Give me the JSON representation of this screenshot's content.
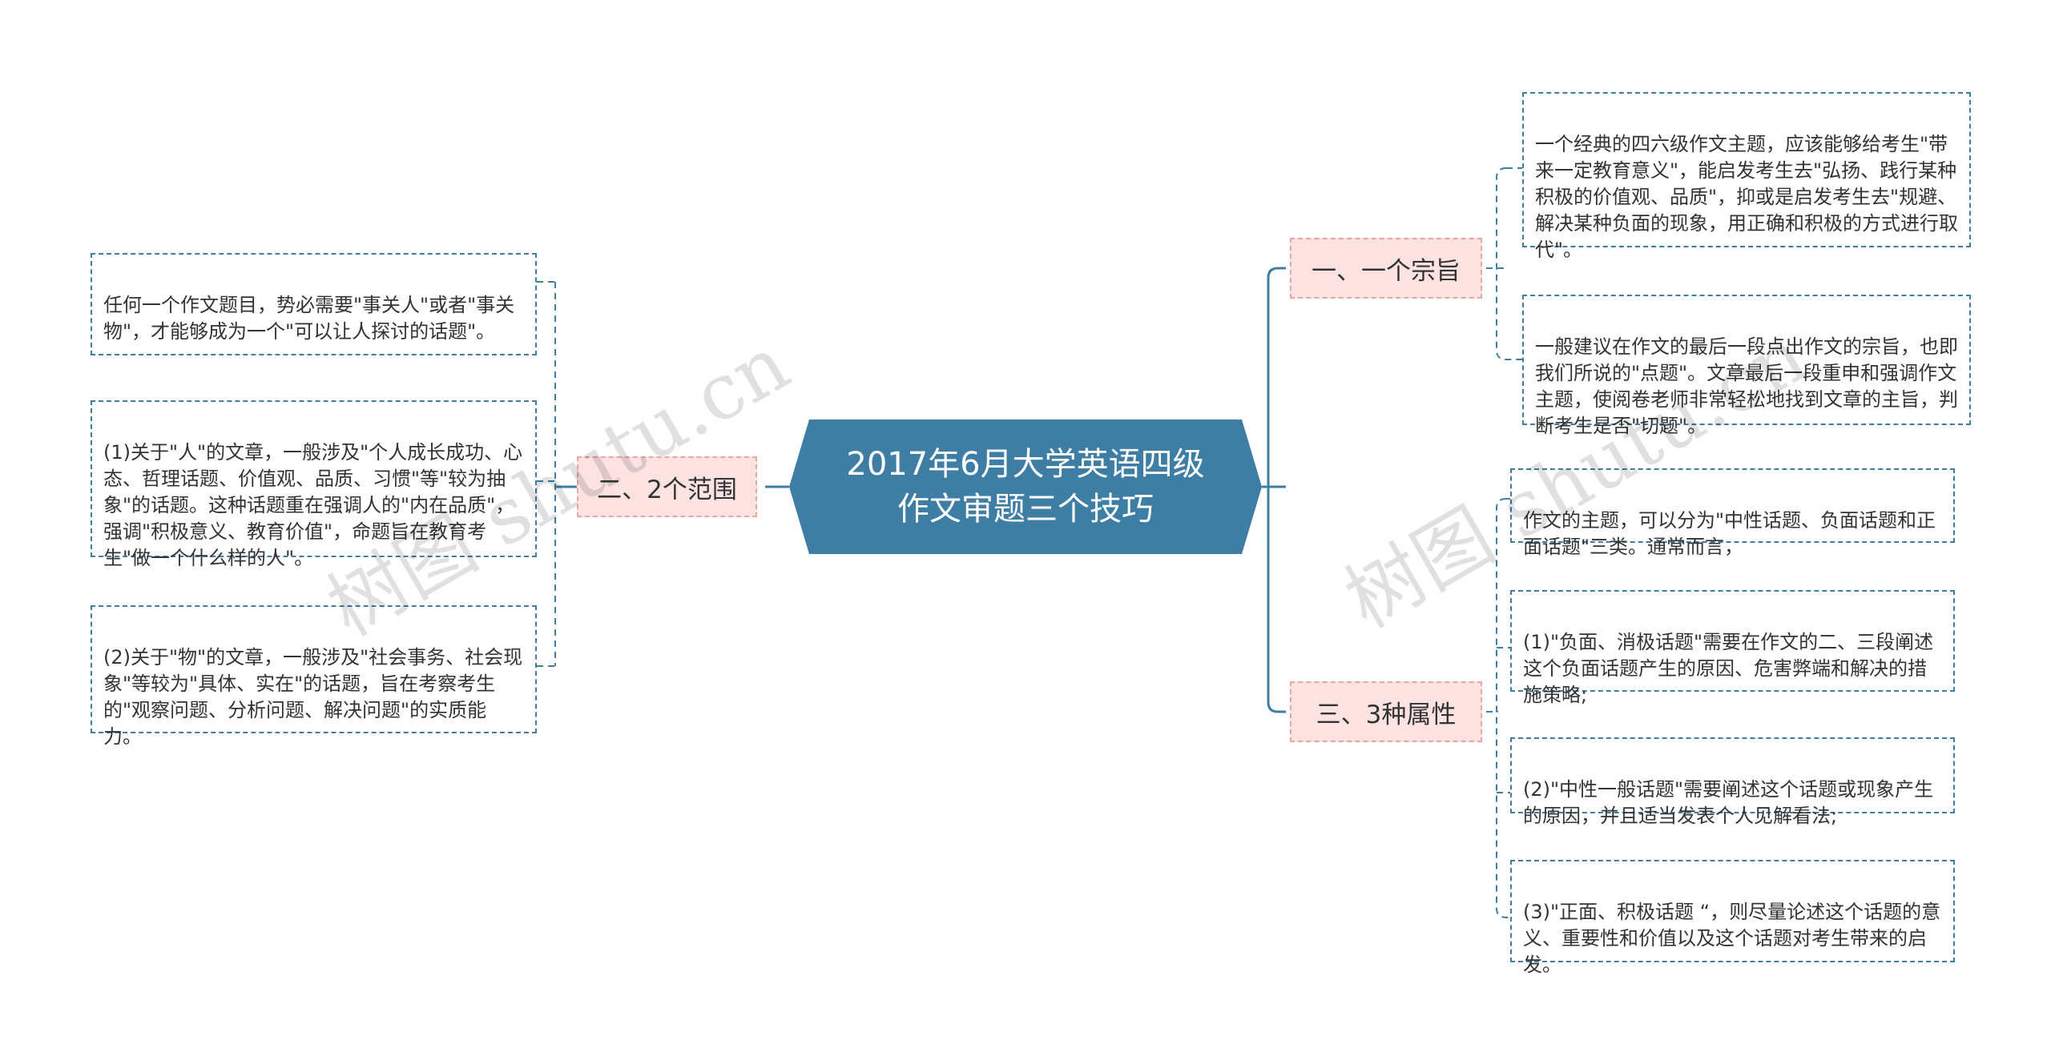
{
  "root": {
    "title": "2017年6月大学英语四级\n作文审题三个技巧"
  },
  "branches": {
    "one": {
      "label": "一、一个宗旨",
      "leaves": [
        "一个经典的四六级作文主题，应该能够给考生\"带来一定教育意义\"，能启发考生去\"弘扬、践行某种积极的价值观、品质\"，抑或是启发考生去\"规避、解决某种负面的现象，用正确和积极的方式进行取代\"。",
        "一般建议在作文的最后一段点出作文的宗旨，也即我们所说的\"点题\"。文章最后一段重申和强调作文主题，使阅卷老师非常轻松地找到文章的主旨，判断考生是否\"切题\"。"
      ]
    },
    "two": {
      "label": "二、2个范围",
      "leaves": [
        "任何一个作文题目，势必需要\"事关人\"或者\"事关物\"，才能够成为一个\"可以让人探讨的话题\"。",
        "(1)关于\"人\"的文章，一般涉及\"个人成长成功、心态、哲理话题、价值观、品质、习惯\"等\"较为抽象\"的话题。这种话题重在强调人的\"内在品质\"，强调\"积极意义、教育价值\"，命题旨在教育考生\"做一个什么样的人\"。",
        "(2)关于\"物\"的文章，一般涉及\"社会事务、社会现象\"等较为\"具体、实在\"的话题，旨在考察考生的\"观察问题、分析问题、解决问题\"的实质能力。"
      ]
    },
    "three": {
      "label": "三、3种属性",
      "leaves": [
        "作文的主题，可以分为\"中性话题、负面话题和正面话题\"三类。通常而言，",
        "(1)\"负面、消极话题\"需要在作文的二、三段阐述这个负面话题产生的原因、危害弊端和解决的措施策略;",
        "(2)\"中性一般话题\"需要阐述这个话题或现象产生的原因，并且适当发表个人见解看法;",
        "(3)\"正面、积极话题 “，则尽量论述这个话题的意义、重要性和价值以及这个话题对考生带来的启发。"
      ]
    }
  },
  "watermarks": [
    "树图 shutu.cn",
    "树图 shutu.cn"
  ],
  "colors": {
    "root_fill": "#3e7ea5",
    "branch_fill": "#fde2e2",
    "branch_border": "#e8a6a6",
    "leaf_border": "#3e7ea5",
    "connector": "#3e7ea5"
  }
}
